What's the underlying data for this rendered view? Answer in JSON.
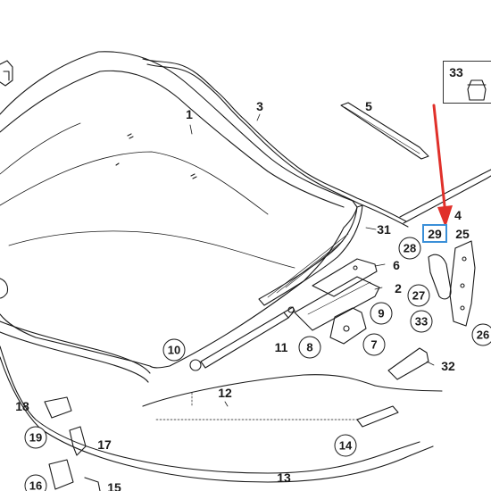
{
  "diagram": {
    "labels": {
      "l1": "1",
      "l3": "3",
      "l5": "5",
      "l4": "4",
      "l25": "25",
      "l31": "31",
      "l6": "6",
      "l2": "2",
      "l12": "12",
      "l11": "11",
      "l32": "32",
      "l18": "18",
      "l17": "17",
      "l13": "13",
      "l15": "15",
      "l33box": "33"
    },
    "circles": {
      "c28": "28",
      "c27": "27",
      "c9": "9",
      "c33": "33",
      "c26": "26",
      "c10": "10",
      "c8": "8",
      "c7": "7",
      "c14": "14",
      "c19": "19",
      "c16": "16"
    },
    "highlight": "29",
    "colors": {
      "highlight_border": "#3a8fd8",
      "arrow": "#e0302a",
      "line": "#1a1a1a"
    }
  }
}
